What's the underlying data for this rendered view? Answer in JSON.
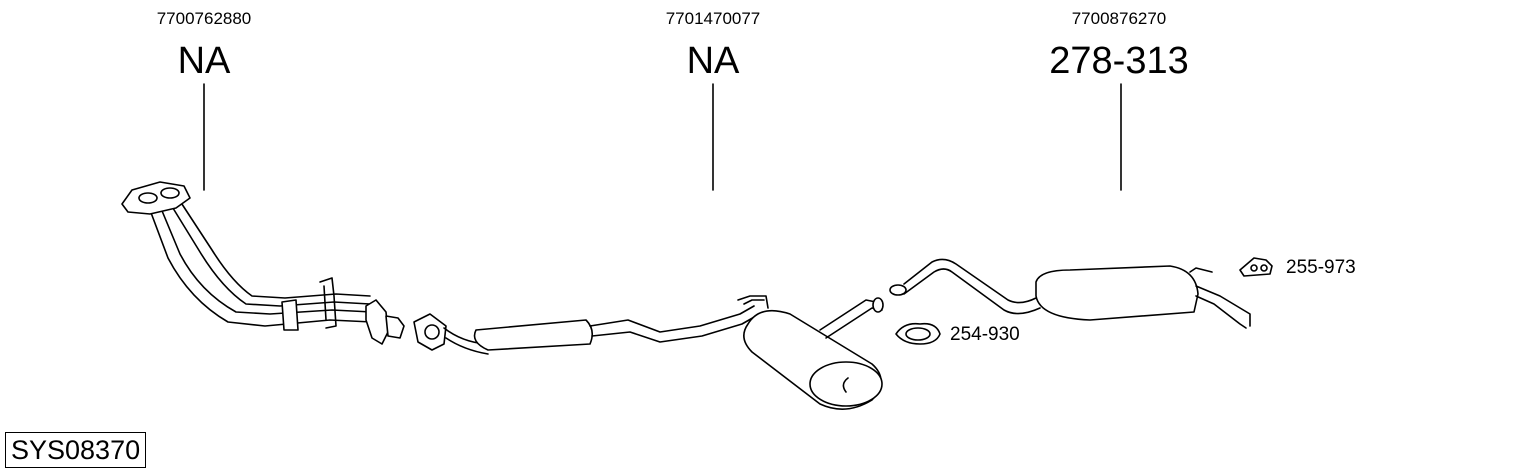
{
  "parts": [
    {
      "oem": "7700762880",
      "ref": "NA"
    },
    {
      "oem": "7701470077",
      "ref": "NA"
    },
    {
      "oem": "7700876270",
      "ref": "278-313"
    }
  ],
  "fittings": [
    {
      "ref": "255-973",
      "icon": "rubber-hanger-icon"
    },
    {
      "ref": "254-930",
      "icon": "pipe-clamp-icon"
    }
  ],
  "system_code": "SYS08370"
}
